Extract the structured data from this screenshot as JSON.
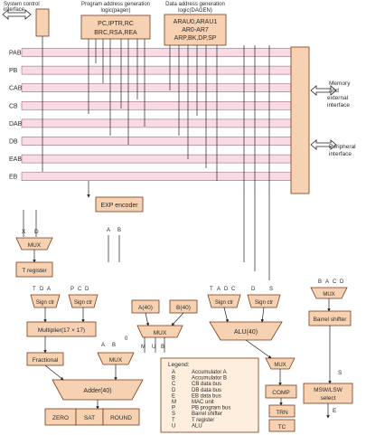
{
  "top": {
    "system_control": [
      "System control",
      "interface"
    ],
    "pag_title": [
      "Program address generation",
      "logic(pagen)"
    ],
    "pag_regs": [
      "PC,IPTR,RC",
      "BRC,RSA,REA"
    ],
    "dag_title": [
      "Data address generation",
      "logic(DAGEN)"
    ],
    "dag_regs": [
      "ARAU0,ARAU1",
      "AR0-AR7",
      "ARP,BK,DP,SP"
    ]
  },
  "buses": [
    "PAB",
    "PB",
    "CAB",
    "CB",
    "DAB",
    "DB",
    "EAB",
    "EB"
  ],
  "right_interfaces": {
    "memory": [
      "Memory",
      "and",
      "external",
      "interface"
    ],
    "peripheral": [
      "Peripheral",
      "interface"
    ]
  },
  "blocks": {
    "exp_encoder": "EXP encoder",
    "t_register": "T register",
    "multiplier": "Multiplier(17 × 17)",
    "fractional": "Fractional",
    "adder": "Adder(40)",
    "zero": "ZERO",
    "sat": "SAT",
    "round": "ROUND",
    "acc_a": "A(40)",
    "acc_b": "B(40)",
    "alu": "ALU(40)",
    "barrel_shifter": "Barrel shifter",
    "comp": "COMP",
    "msw_lsw": [
      "MSW/LSW",
      "select"
    ],
    "trn": "TRN",
    "tc": "TC",
    "mux": "MUX",
    "sign_ctr": "Sign ctr"
  },
  "port_labels": {
    "tmux": [
      "X",
      "D"
    ],
    "mult_sc1": [
      "T",
      "D",
      "A"
    ],
    "mult_sc2": [
      "P",
      "C",
      "D"
    ],
    "ab": [
      "A",
      "B"
    ],
    "mux_left": [
      "A",
      "B",
      "0"
    ],
    "mux_bot": [
      "M",
      "U",
      "B"
    ],
    "alu_sc1": [
      "T",
      "A",
      "D",
      "C"
    ],
    "alu_sc2": [
      "D",
      "S"
    ],
    "bs": [
      "B",
      "A",
      "C",
      "D"
    ],
    "misc": [
      "S",
      "E"
    ]
  },
  "legend": {
    "title": "Legend:",
    "entries": [
      {
        "key": "A",
        "value": "Accumulator A"
      },
      {
        "key": "B",
        "value": "Accumulator B"
      },
      {
        "key": "C",
        "value": "CB data bus"
      },
      {
        "key": "D",
        "value": "DB data bus"
      },
      {
        "key": "E",
        "value": "EB data bus"
      },
      {
        "key": "M",
        "value": "MAC unit"
      },
      {
        "key": "P",
        "value": "PB program bus"
      },
      {
        "key": "S",
        "value": "Barrel shifter"
      },
      {
        "key": "T",
        "value": "T register"
      },
      {
        "key": "U",
        "value": "ALU"
      }
    ]
  },
  "colors": {
    "block": "#f6d2b2",
    "bus": "#f9dbe6",
    "line": "#222222"
  }
}
